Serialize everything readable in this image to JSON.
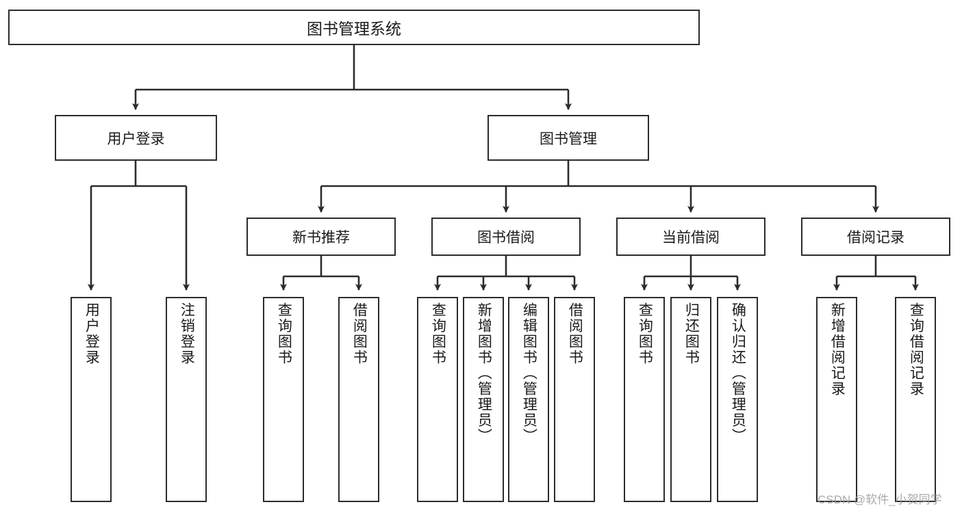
{
  "diagram": {
    "title": "图书管理系统",
    "type": "tree-hierarchy-diagram",
    "watermark": "CSDN @软件_小贺同学",
    "colors": {
      "stroke": "#2b2b2b",
      "fill": "#ffffff",
      "text": "#1a1a1a",
      "watermark": "#9b9b9b"
    }
  },
  "nodes": {
    "root": {
      "label": "图书管理系统"
    },
    "level2": [
      {
        "id": "user-login",
        "label": "用户登录"
      },
      {
        "id": "book-manage",
        "label": "图书管理"
      }
    ],
    "level3": [
      {
        "id": "new-book-rec",
        "label": "新书推荐"
      },
      {
        "id": "book-borrow",
        "label": "图书借阅"
      },
      {
        "id": "current-borrow",
        "label": "当前借阅"
      },
      {
        "id": "borrow-record",
        "label": "借阅记录"
      }
    ],
    "leaves": {
      "user_login": [
        {
          "id": "leaf-user-login",
          "label": "用户登录"
        },
        {
          "id": "leaf-logout",
          "label": "注销登录"
        }
      ],
      "new_book_rec": [
        {
          "id": "leaf-query-book-1",
          "label": "查询图书"
        },
        {
          "id": "leaf-borrow-book-1",
          "label": "借阅图书"
        }
      ],
      "book_borrow": [
        {
          "id": "leaf-query-book-2",
          "label": "查询图书"
        },
        {
          "id": "leaf-add-book",
          "label": "新增图书（管理员）"
        },
        {
          "id": "leaf-edit-book",
          "label": "编辑图书（管理员）"
        },
        {
          "id": "leaf-borrow-book-2",
          "label": "借阅图书"
        }
      ],
      "current_borrow": [
        {
          "id": "leaf-query-book-3",
          "label": "查询图书"
        },
        {
          "id": "leaf-return-book",
          "label": "归还图书"
        },
        {
          "id": "leaf-confirm-return",
          "label": "确认归还（管理员）"
        }
      ],
      "borrow_record": [
        {
          "id": "leaf-add-record",
          "label": "新增借阅记录"
        },
        {
          "id": "leaf-query-record",
          "label": "查询借阅记录"
        }
      ]
    }
  }
}
